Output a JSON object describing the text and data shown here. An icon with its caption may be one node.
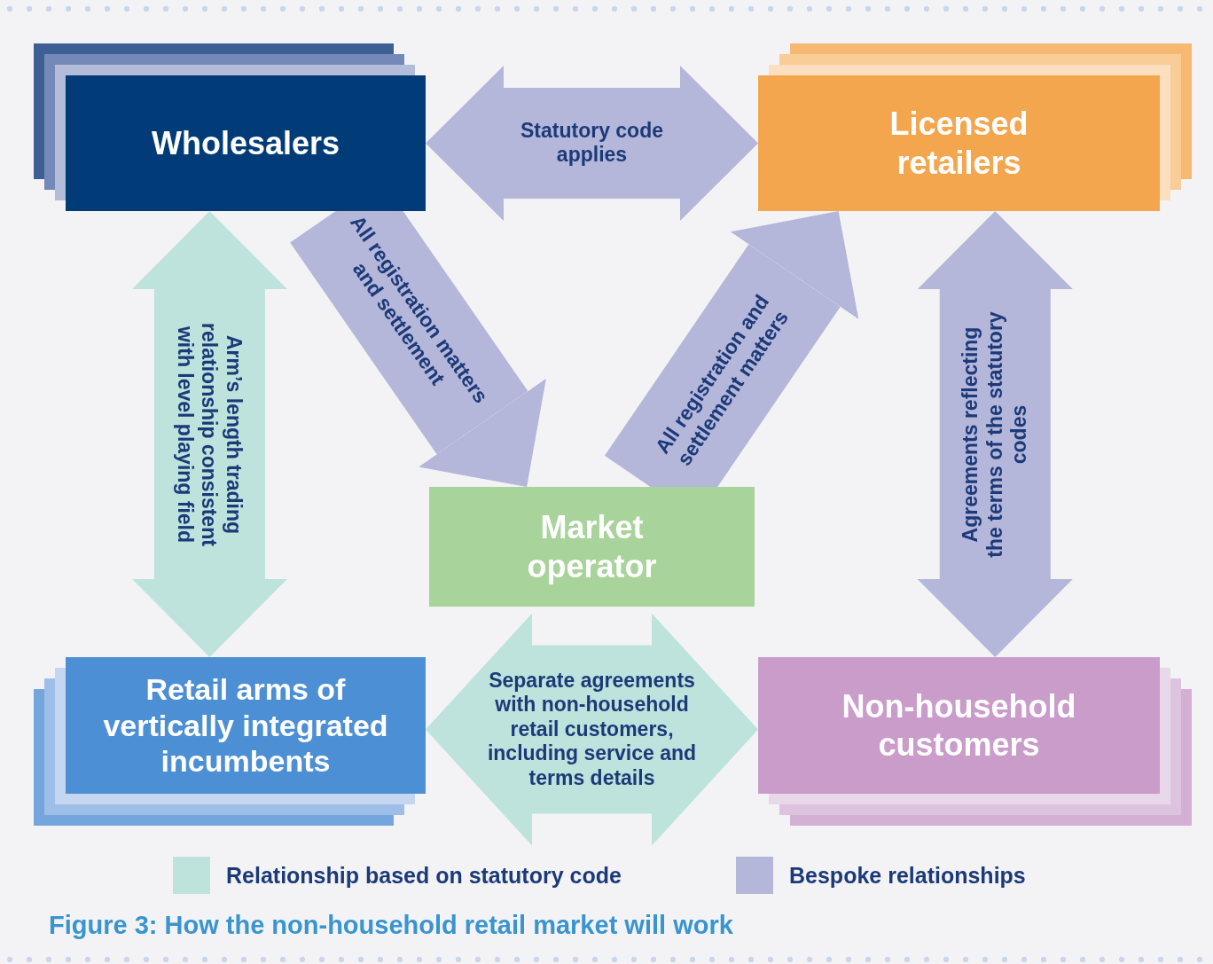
{
  "diagram": {
    "caption": "Figure 3: How the non-household retail market will work",
    "nodes": [
      {
        "text": [
          "Wholesalers"
        ]
      },
      {
        "text": [
          "Licensed retailers"
        ]
      },
      {
        "text": [
          "Market operator"
        ]
      },
      {
        "text": [
          "Retail arms of vertically integrated incumbents"
        ]
      },
      {
        "text": [
          "Non-household customers"
        ]
      }
    ],
    "edges": [
      {
        "from": 0,
        "to": 1,
        "arrow": "both",
        "label": "Statutory code applies"
      },
      {
        "from": 0,
        "to": 2,
        "arrow": "to",
        "label": "All registration matters and settlement"
      },
      {
        "from": 2,
        "to": 1,
        "arrow": "to",
        "label": "All registration and settlement matters"
      },
      {
        "from": 0,
        "to": 3,
        "arrow": "both",
        "label": "Arm’s length trading relationship consistent with level playing field",
        "color": "#bde3dc"
      },
      {
        "from": 1,
        "to": 4,
        "arrow": "both",
        "label": "Agreements reflecting the terms of the statutory codes"
      },
      {
        "from": 3,
        "to": 4,
        "arrow": "both",
        "label": "Separate agreements with non-household retail customers, including service and terms details",
        "color": "#bde3dc"
      }
    ],
    "legend": [
      {
        "text": "Relationship based on statutory code",
        "color": "#bde3dc"
      },
      {
        "text": "Bespoke relationships",
        "color": "#b4b6da"
      }
    ]
  }
}
